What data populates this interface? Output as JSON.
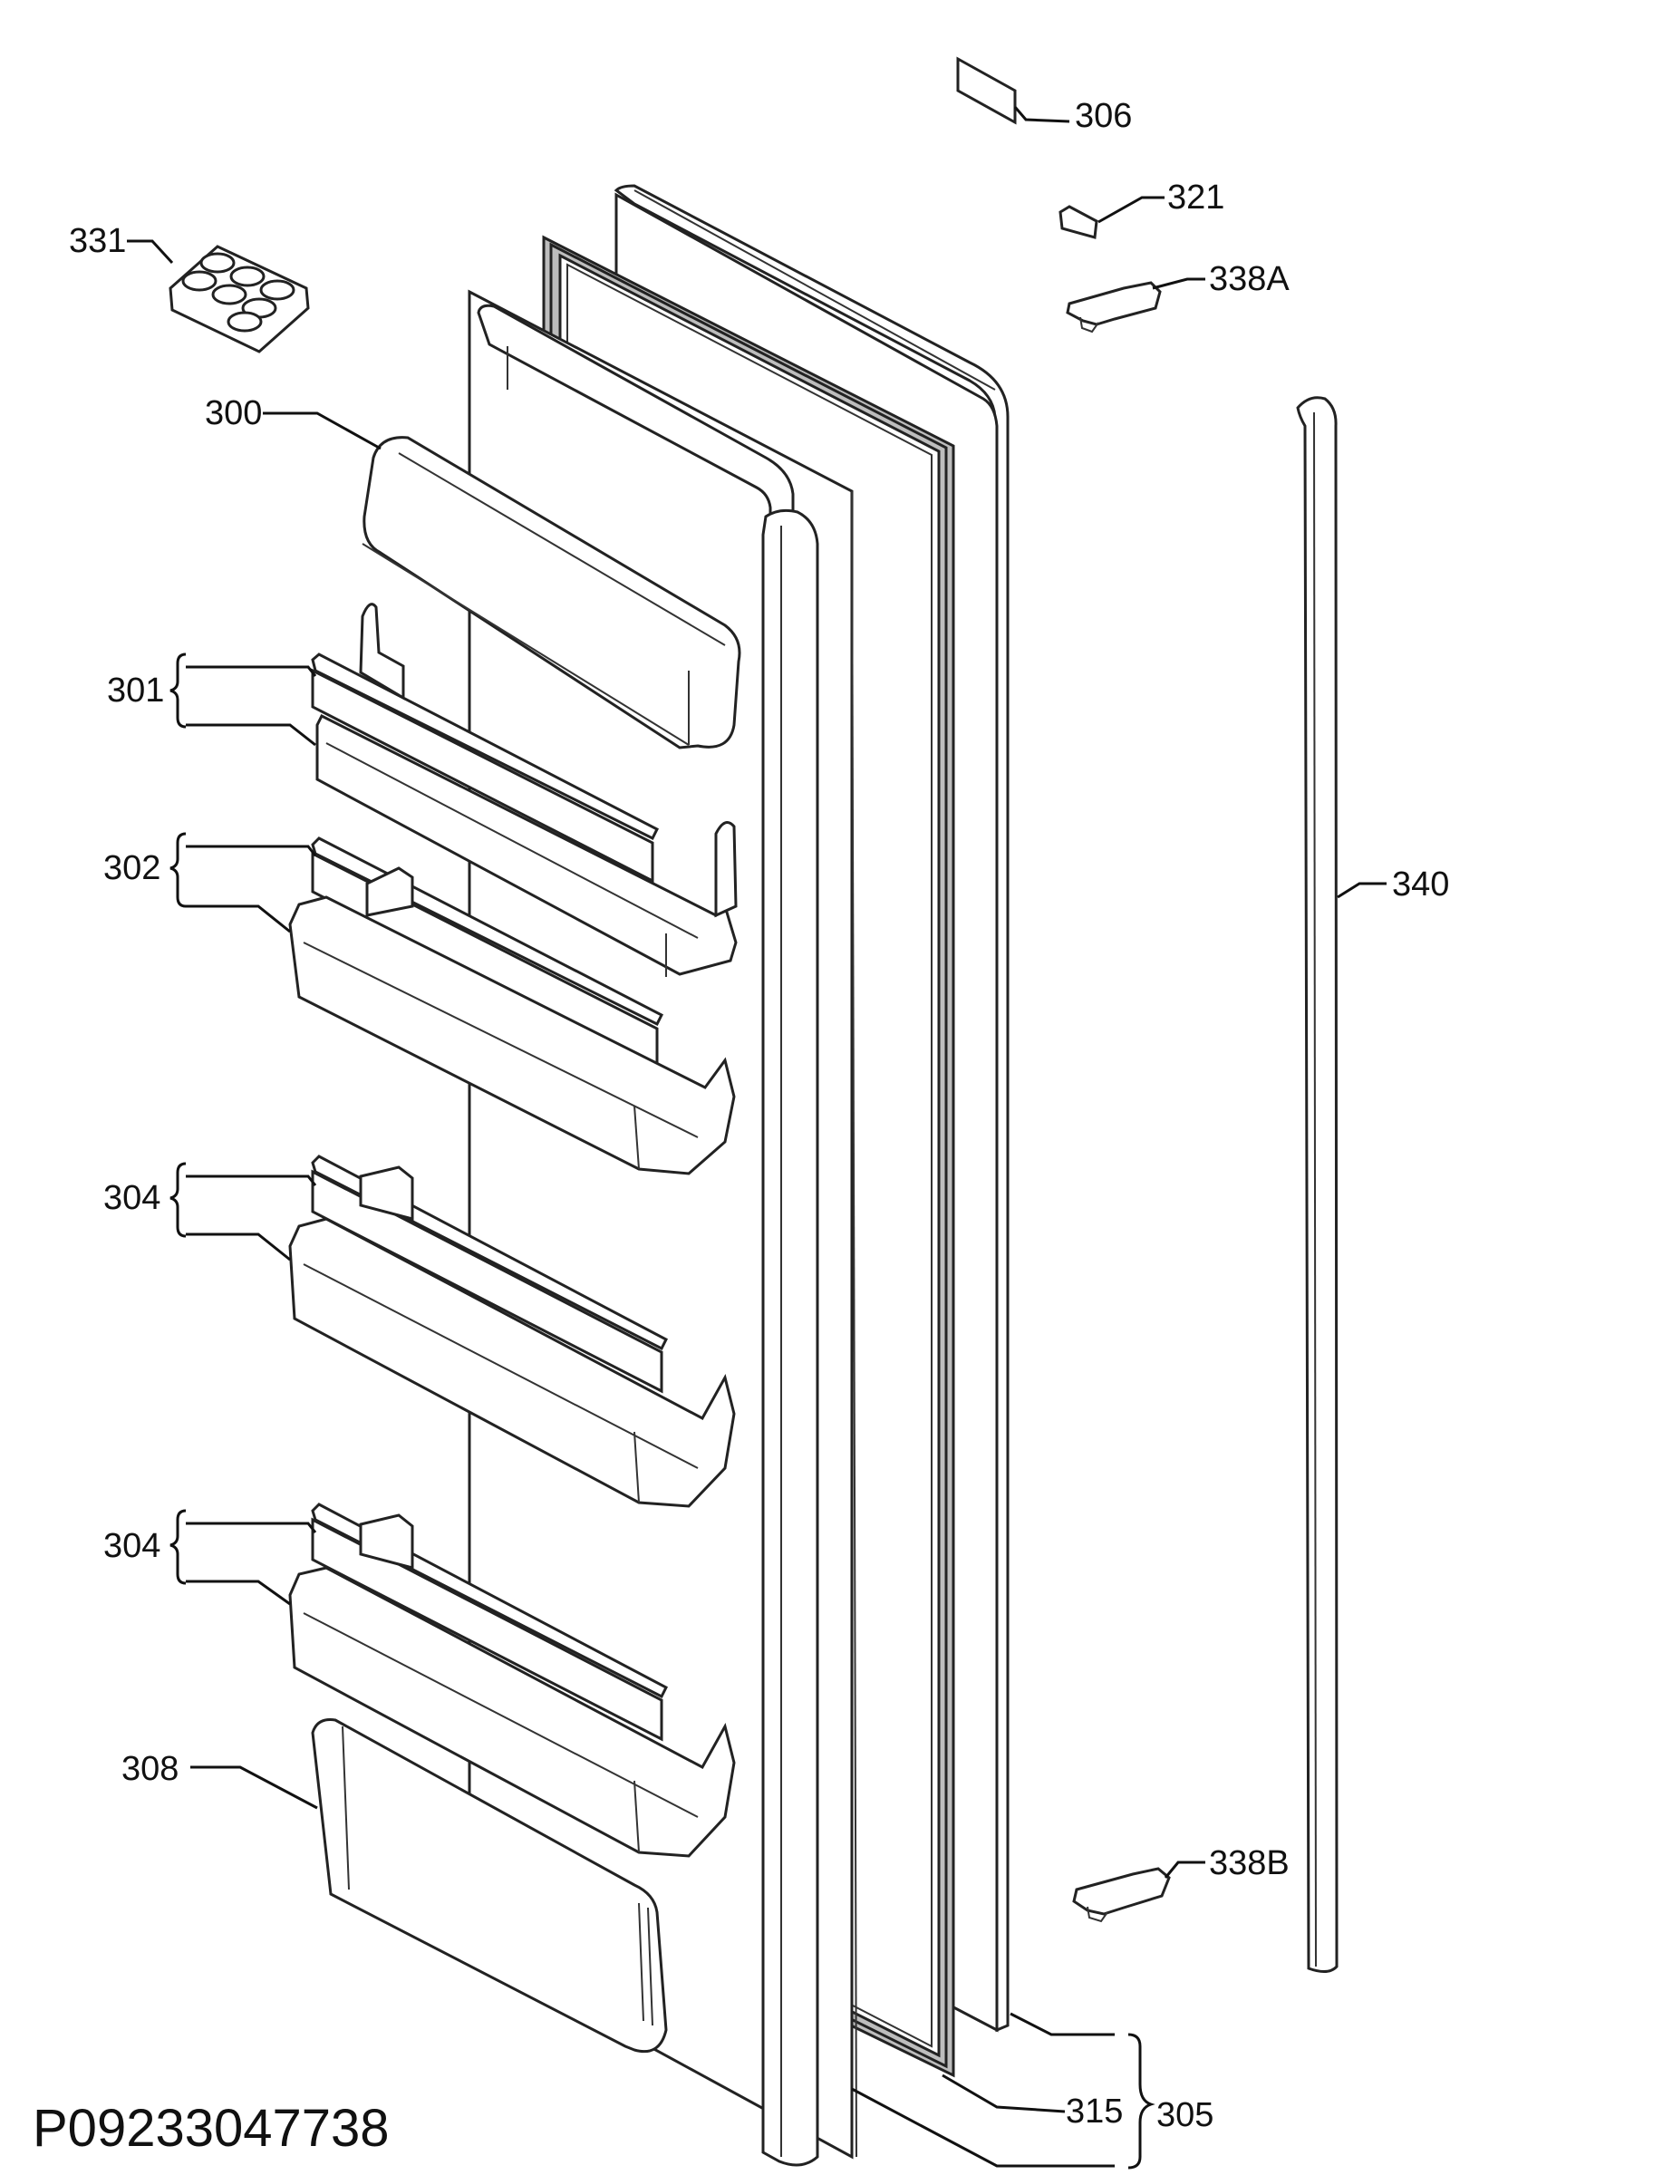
{
  "document_code": "P09233047738",
  "labels": {
    "l306": "306",
    "l321": "321",
    "l338a": "338A",
    "l331": "331",
    "l300": "300",
    "l301": "301",
    "l302": "302",
    "l340": "340",
    "l304a": "304",
    "l304b": "304",
    "l308": "308",
    "l338b": "338B",
    "l315": "315",
    "l305": "305"
  }
}
